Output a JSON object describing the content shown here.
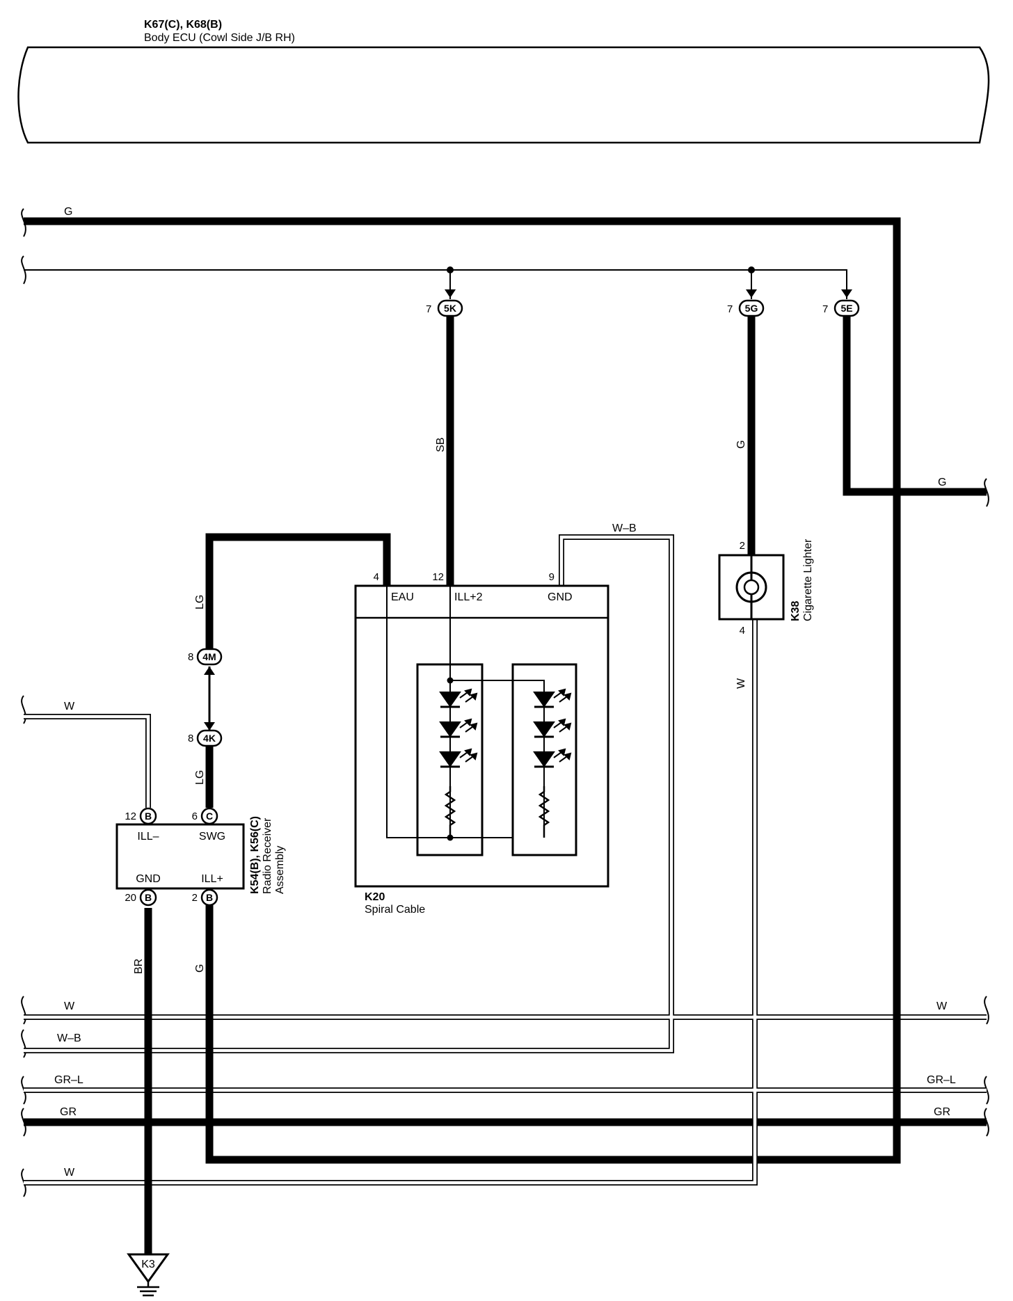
{
  "ecu": {
    "title": "K67(C), K68(B)",
    "name": "Body ECU (Cowl Side J/B RH)"
  },
  "wires": {
    "g_top": "G",
    "sb": "SB",
    "g_lighter": "G",
    "g_right": "G",
    "wb_spiral": "W–B",
    "lg_upper": "LG",
    "lg_lower": "LG",
    "w_radio": "W",
    "w_lighter": "W",
    "br": "BR",
    "g_radio": "G",
    "bus_w": "W",
    "bus_w_right": "W",
    "bus_wb": "W–B",
    "bus_grl": "GR–L",
    "bus_grl_right": "GR–L",
    "bus_gr": "GR",
    "bus_gr_right": "GR",
    "bus_w_bottom": "W"
  },
  "connectors": {
    "c5k": {
      "label": "5K",
      "pin": "7"
    },
    "c5g": {
      "label": "5G",
      "pin": "7"
    },
    "c5e": {
      "label": "5E",
      "pin": "7"
    },
    "c4m": {
      "label": "4M",
      "pin": "8"
    },
    "c4k": {
      "label": "4K",
      "pin": "8"
    },
    "radio_ill_minus": {
      "label": "B",
      "pin": "12"
    },
    "radio_swg": {
      "label": "C",
      "pin": "6"
    },
    "radio_gnd": {
      "label": "B",
      "pin": "20"
    },
    "radio_ill_plus": {
      "label": "B",
      "pin": "2"
    }
  },
  "spiral": {
    "code": "K20",
    "name": "Spiral Cable",
    "pin_eau": "4",
    "pin_ill": "12",
    "pin_gnd": "9",
    "term_eau": "EAU",
    "term_ill": "ILL+2",
    "term_gnd": "GND"
  },
  "lighter": {
    "code": "K38",
    "name": "Cigarette Lighter",
    "pin_top": "2",
    "pin_bottom": "4"
  },
  "radio": {
    "code": "K54(B), K56(C)",
    "name1": "Radio Receiver",
    "name2": "Assembly",
    "term_ill_minus": "ILL–",
    "term_swg": "SWG",
    "term_gnd": "GND",
    "term_ill_plus": "ILL+"
  },
  "ground": {
    "label": "K3"
  },
  "colors": {
    "ink": "#000000",
    "paper": "#ffffff"
  }
}
